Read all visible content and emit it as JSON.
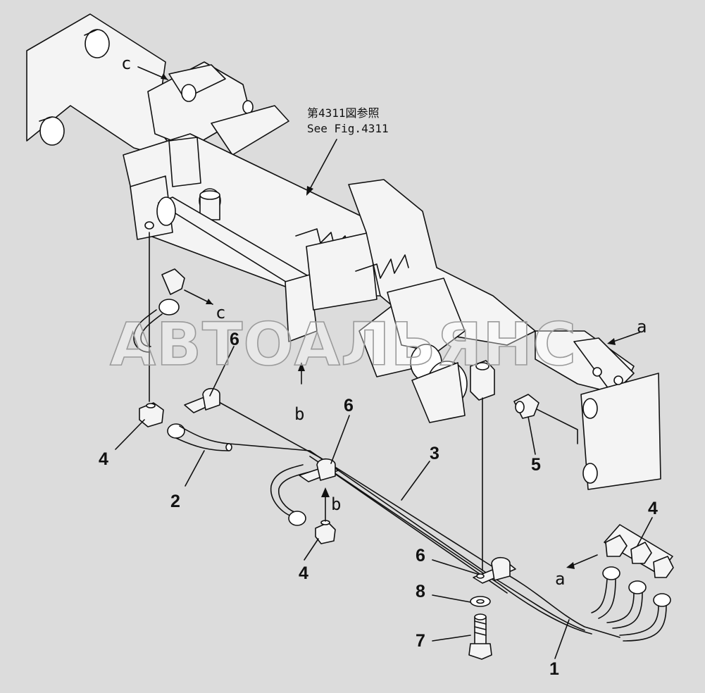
{
  "reference_note": {
    "line1": "第4311図参照",
    "line2": "See Fig.4311"
  },
  "watermark": "АВТОАЛЬЯНС",
  "view_markers": {
    "a_top": "a",
    "a_bottom": "a",
    "b_upper": "b",
    "b_lower": "b",
    "c_top": "c",
    "c_mid": "c"
  },
  "callouts": {
    "c1": "1",
    "c2": "2",
    "c3": "3",
    "c4_left": "4",
    "c4_mid": "4",
    "c4_right": "4",
    "c5": "5",
    "c6_left": "6",
    "c6_mid": "6",
    "c6_low": "6",
    "c7": "7",
    "c8": "8"
  },
  "colors": {
    "background": "#dcdcdc",
    "line": "#111111",
    "part_fill": "#f4f4f4"
  }
}
